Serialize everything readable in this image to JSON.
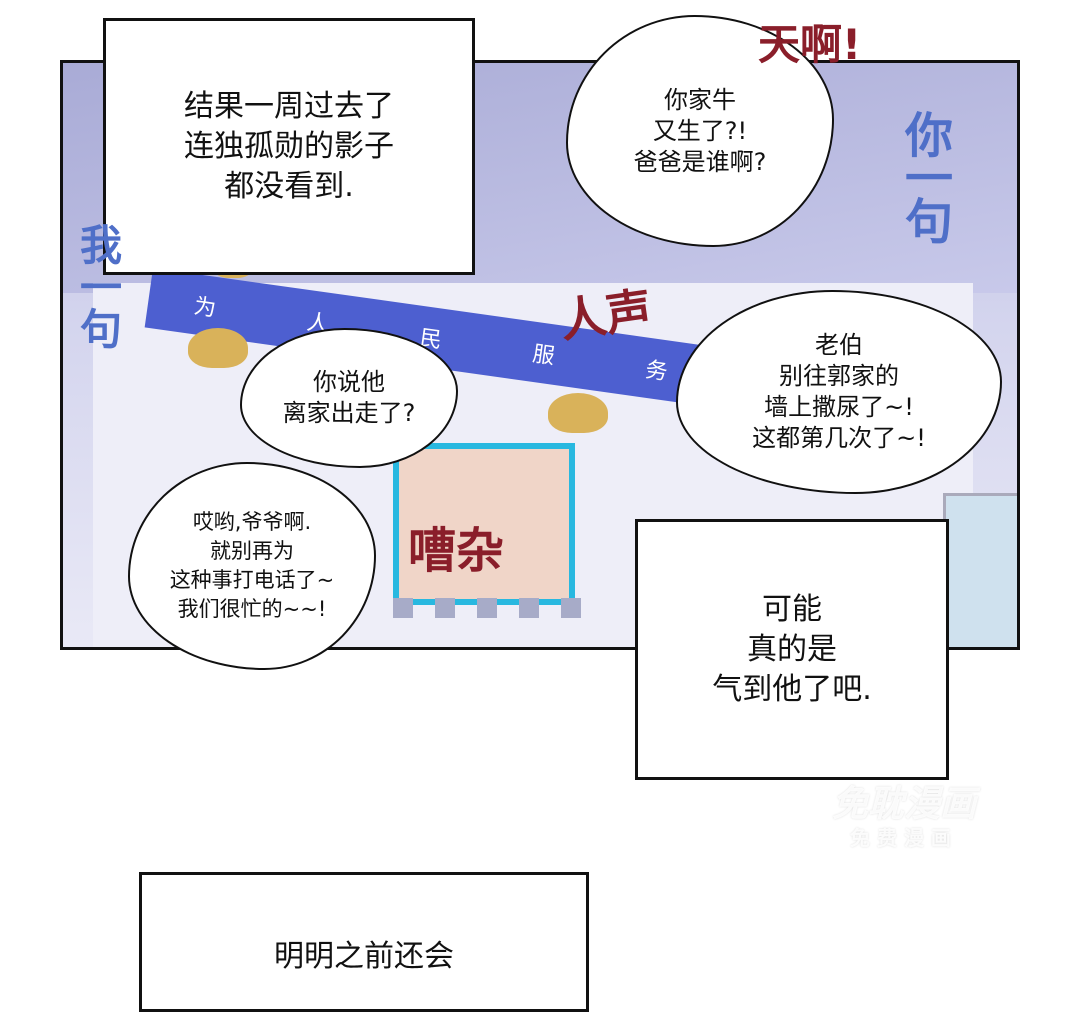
{
  "captions": {
    "top": "结果一周过去了\n连独孤勋的影子\n都没看到.",
    "right": "可能\n真的是\n气到他了吧.",
    "bottom": "明明之前还会"
  },
  "bubbles": {
    "top": "你家牛\n又生了?!\n爸爸是谁啊?",
    "right": "老伯\n别往郭家的\n墙上撒尿了~!\n这都第几次了~!",
    "middle": "你说他\n离家出走了?",
    "left": "哎哟,爷爷啊.\n就别再为\n这种事打电话了~\n我们很忙的~~!"
  },
  "sign": [
    "为",
    "人",
    "民",
    "服",
    "务"
  ],
  "sfx": {
    "tian_a": "天啊!",
    "ni_yiju": "你\n一\n句",
    "wo_yiju": "我\n一\n句",
    "rensheng": "人声",
    "caoza": "嘈杂"
  },
  "watermark": {
    "main": "免耽漫画",
    "sub": "免 费 漫 画"
  },
  "colors": {
    "sfx_blue": "#4f6fc8",
    "sfx_red": "#8a1e2a",
    "sign_blue": "#4d5fd0"
  }
}
